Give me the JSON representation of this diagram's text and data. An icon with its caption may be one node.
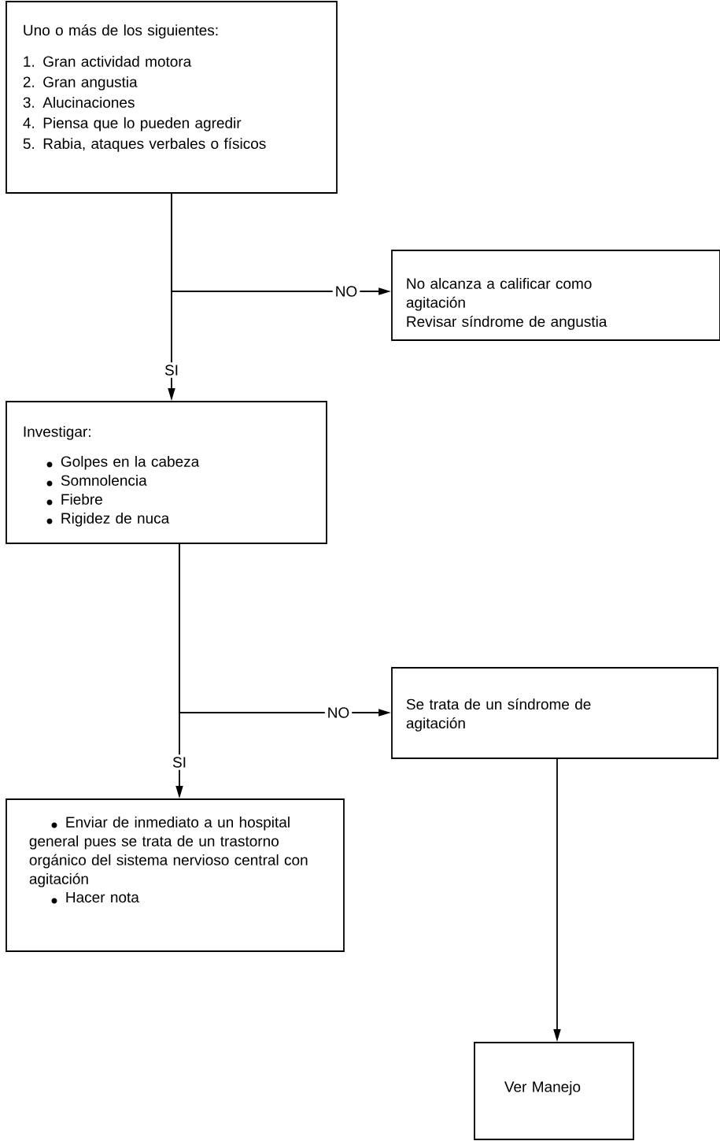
{
  "diagram": {
    "nodes": [
      {
        "text": [
          "Uno o más de los siguientes:",
          "1. Gran actividad motora",
          "2. Gran angustia",
          "3. Alucinaciones",
          "4. Piensa que lo pueden agredir",
          "5. Rabia, ataques verbales o físicos"
        ]
      },
      {
        "text": [
          "No alcanza a calificar como agitación",
          "Revisar síndrome de angustia"
        ]
      },
      {
        "text": [
          "Investigar:",
          "Golpes en la cabeza",
          "Somnolencia",
          "Fiebre",
          "Rigidez de nuca"
        ]
      },
      {
        "text": [
          "Se trata de un síndrome de agitación"
        ]
      },
      {
        "text": [
          "Enviar de inmediato a un hospital general pues se trata de un trastorno orgánico del sistema nervioso central con agitación",
          "Hacer nota"
        ]
      },
      {
        "text": [
          "Ver Manejo"
        ]
      }
    ],
    "edges": [
      {
        "from": 0,
        "to": 1,
        "arrow": "to",
        "label": "NO"
      },
      {
        "from": 0,
        "to": 2,
        "arrow": "to",
        "label": "SI"
      },
      {
        "from": 2,
        "to": 3,
        "arrow": "to",
        "label": "NO"
      },
      {
        "from": 2,
        "to": 4,
        "arrow": "to",
        "label": "SI"
      },
      {
        "from": 3,
        "to": 5,
        "arrow": "to"
      }
    ]
  }
}
